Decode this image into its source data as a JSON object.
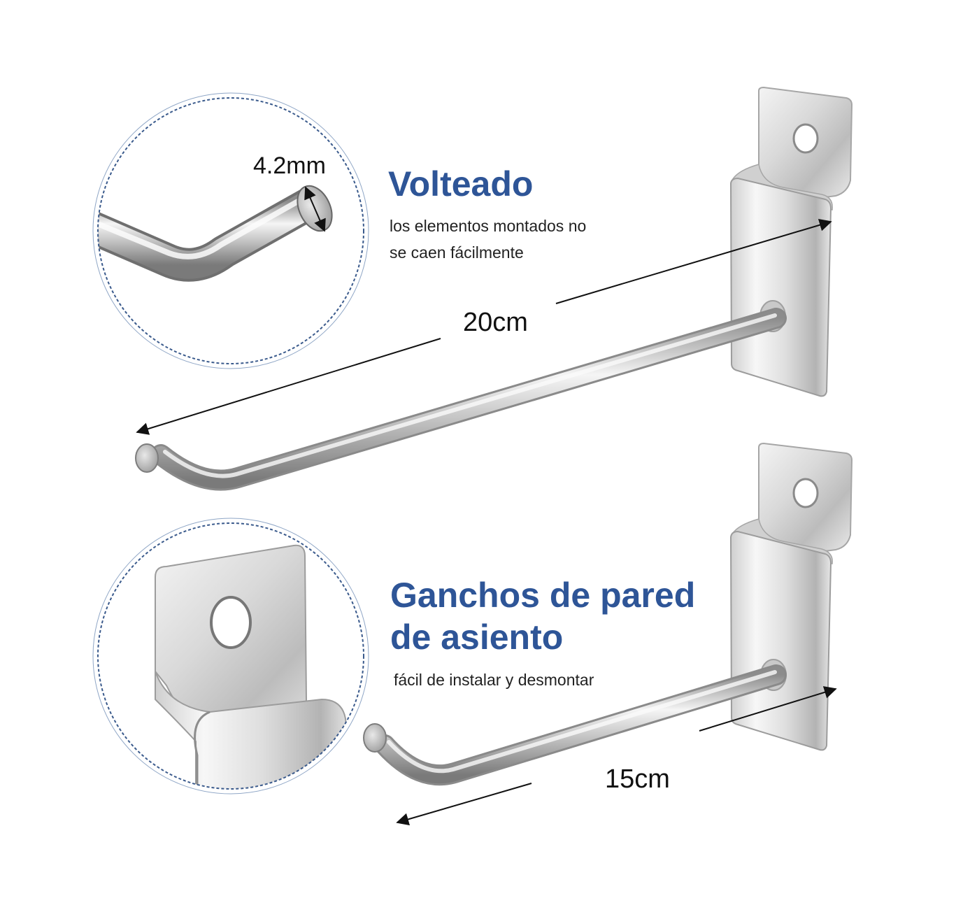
{
  "detail_top": {
    "diameter_label": "4.2mm"
  },
  "feature_top": {
    "title": "Volteado",
    "desc_line1": "los elementos montados no",
    "desc_line2": "se caen fácilmente"
  },
  "hook_long": {
    "length_label": "20cm"
  },
  "feature_bottom": {
    "title_line1": "Ganchos de pared",
    "title_line2": "de asiento",
    "desc": "fácil de instalar y desmontar"
  },
  "hook_short": {
    "length_label": "15cm"
  },
  "colors": {
    "title_blue": "#2e5597",
    "circle_border": "#3a5a8c",
    "metal_light": "#f2f2f2",
    "metal_dark": "#8e8e8e"
  },
  "icons": [
    "hook-20cm-icon",
    "hook-15cm-icon",
    "wire-tip-detail-icon",
    "bracket-detail-icon"
  ]
}
